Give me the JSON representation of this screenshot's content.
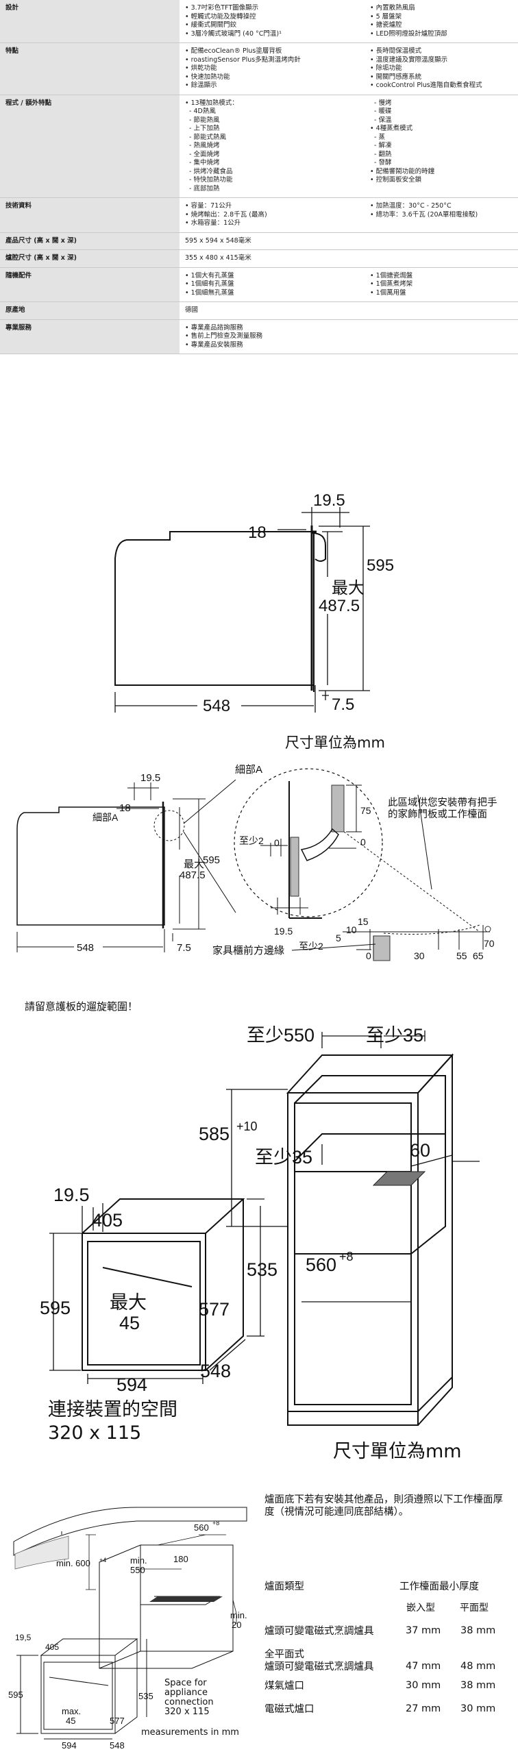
{
  "specs": [
    {
      "label": "設計",
      "col1": [
        "• 3.7吋彩色TFT圖像顯示",
        "• 輕觸式功能及旋轉操控",
        "• 緩衝式開關門鉸",
        "• 3層冷觸式玻璃門 (40 °C門溫)¹"
      ],
      "col2": [
        "• 內置散熱風扇",
        "• 5 層盤架",
        "• 搪瓷爐腔",
        "• LED照明燈設計爐腔頂部"
      ]
    },
    {
      "label": "特點",
      "col1": [
        "• 配備ecoClean® Plus塗層背板",
        "• roastingSensor Plus多點測溫烤肉針",
        "• 烘乾功能",
        "• 快速加熱功能",
        "• 餘溫顯示"
      ],
      "col2": [
        "• 長時間保溫模式",
        "• 溫度建議及實際溫度顯示",
        "• 除垢功能",
        "• 開關門感應系統",
        "• cookControl Plus進階自動煮食程式"
      ]
    },
    {
      "label": "程式 / 額外特點",
      "col1": [
        "• 13種加熱模式：",
        "  - 4D熱風",
        "  - 節能熱風",
        "  - 上下加熱",
        "  - 節能式熱風",
        "  - 熱風燒烤",
        "  - 全面燒烤",
        "  - 集中燒烤",
        "  - 烘烤冷藏食品",
        "  - 特快加熱功能",
        "  - 底部加熱"
      ],
      "col2": [
        "  - 慢烤",
        "  - 暖碟",
        "  - 保溫",
        "• 4種蒸煮模式",
        "  - 蒸",
        "  - 解凍",
        "  - 翻熱",
        "  - 發酵",
        "• 配備響鬧功能的時鐘",
        "• 控制面板安全鎖"
      ]
    },
    {
      "label": "技術資料",
      "col1": [
        "• 容量：71公升",
        "• 燒烤輸出：2.8千瓦 (最高)",
        "• 水箱容量：1公升"
      ],
      "col2": [
        "• 加熱溫度：30°C - 250°C",
        "• 總功率：3.6千瓦 (20A單相電接駁)"
      ]
    },
    {
      "label": "產品尺寸 (高 x 闊 x 深)",
      "col1": [
        "595 x 594 x 548毫米"
      ],
      "col2": []
    },
    {
      "label": "爐腔尺寸 (高 x 闊 x 深)",
      "col1": [
        "355 x 480 x 415毫米"
      ],
      "col2": []
    },
    {
      "label": "隨機配件",
      "col1": [
        "• 1個大有孔蒸盤",
        "• 1個細有孔蒸盤",
        "• 1個細無孔蒸盤"
      ],
      "col2": [
        "• 1個搪瓷焗盤",
        "• 1個蒸煮烤架",
        "• 1個萬用盤"
      ]
    },
    {
      "label": "原產地",
      "col1": [
        "德國"
      ],
      "col2": []
    },
    {
      "label": "專業服務",
      "col1": [
        "• 專業產品諮詢服務",
        "• 售前上門檢查及測量服務",
        "• 專業產品安裝服務"
      ],
      "col2": []
    }
  ],
  "fig1": {
    "dims": [
      "19.5",
      "18",
      "595",
      "最大",
      "487.5",
      "548",
      "7.5"
    ],
    "unit_caption": "尺寸單位為mm"
  },
  "fig2": {
    "labels": [
      "19.5",
      "18",
      "細部A",
      "595",
      "最大",
      "487.5",
      "548",
      "7.5"
    ],
    "detail_title": "細部A",
    "detail_dims": [
      "75",
      "0",
      "至少2",
      "0",
      "19.5"
    ],
    "note": "此區域供您安裝帶有把手的家飾門板或工作檯面",
    "arc_labels": [
      "15",
      "10",
      "5",
      "至少2",
      "0",
      "30",
      "55",
      "65",
      "70"
    ],
    "furniture_edge": "家具櫃前方邊緣",
    "warning": "請留意護板的遛旋範圍！"
  },
  "fig3": {
    "cab_dims": [
      "至少550",
      "至少35",
      "585",
      "+10",
      "至少35",
      "60",
      "560",
      "+8"
    ],
    "oven_dims": [
      "19.5",
      "405",
      "595",
      "最大",
      "45",
      "535",
      "577",
      "594",
      "548"
    ],
    "space_label": "連接裝置的空間",
    "space_value": "320 x 115",
    "unit_caption": "尺寸單位為mm"
  },
  "fig4": {
    "drawing_labels": [
      "560",
      "+8",
      "180",
      "min. 600",
      "+4",
      "min.",
      "550",
      "19,5",
      "405",
      "595",
      "535",
      "max.",
      "45",
      "577",
      "594",
      "548",
      "min.",
      "20"
    ],
    "space_caption": [
      "Space for",
      "appliance",
      "connection",
      "320 x 115"
    ],
    "measurements": "measurements in mm",
    "intro": "爐面底下若有安裝其他產品，則須遵照以下工作檯面厚度（視情況可能連同底部結構）。",
    "col_type": "爐面類型",
    "col_thickness": "工作檯面最小厚度",
    "sub_flush": "嵌入型",
    "sub_flat": "平面型",
    "rows": [
      {
        "name": "爐頭可變電磁式烹調爐具",
        "a": "37 mm",
        "b": "38 mm"
      },
      {
        "name": "全平面式\n爐頭可變電磁式烹調爐具",
        "a": "47 mm",
        "b": "48 mm"
      },
      {
        "name": "煤氣爐口",
        "a": "30 mm",
        "b": "38 mm"
      },
      {
        "name": "電磁式爐口",
        "a": "27 mm",
        "b": "30 mm"
      }
    ]
  }
}
